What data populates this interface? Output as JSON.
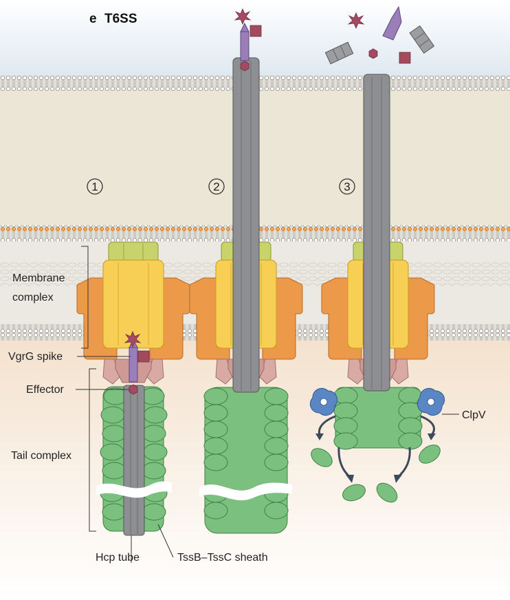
{
  "figure": {
    "panel_letter": "e",
    "title": "T6SS"
  },
  "steps": [
    "1",
    "2",
    "3"
  ],
  "labels": {
    "membrane_complex_line1": "Membrane",
    "membrane_complex_line2": "complex",
    "vgrg_spike": "VgrG spike",
    "effector": "Effector",
    "tail_complex": "Tail complex",
    "hcp_tube": "Hcp tube",
    "sheath": "TssB–TssC sheath",
    "clpv": "ClpV"
  },
  "colors": {
    "top_bg": "#e4ecf3",
    "periplasm": "#ebe6d7",
    "membrane_band": "#d9d6cf",
    "lipid_orange": "#e89a42",
    "cytoplasm_top": "#f4e3d0",
    "tube_gray": "#8e8f92",
    "sheath_green": "#7cc07f",
    "baseplate_pink": "#d9aaa4",
    "membrane_orange": "#ec9a4a",
    "membrane_yellow": "#f7cf55",
    "membrane_olive": "#c9d36b",
    "spike_purple": "#9a7eb8",
    "effector_maroon": "#9b4a5c",
    "clpv_blue": "#5b86c4"
  },
  "icons": [
    "star-effector-icon",
    "hexagon-effector-icon",
    "square-effector-icon"
  ]
}
